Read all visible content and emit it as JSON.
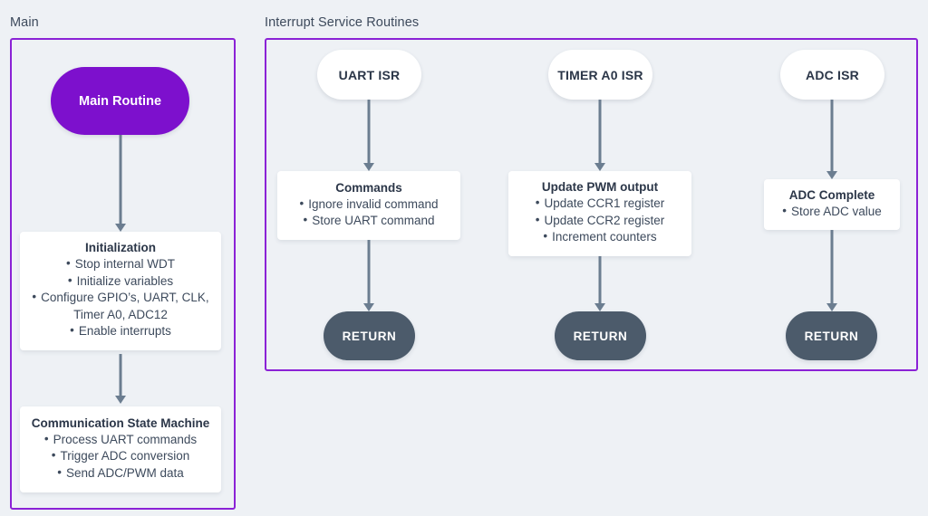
{
  "page": {
    "background_color": "#eef1f5",
    "accent_color": "#8b22d6",
    "start_node_color": "#7d10cd",
    "return_node_color": "#4c5b6b",
    "connector_color": "#6b7d90",
    "text_color": "#3d4a5c"
  },
  "groups": {
    "main": {
      "caption": "Main"
    },
    "isr": {
      "caption": "Interrupt Service Routines"
    }
  },
  "main_flow": {
    "start": {
      "label": "Main Routine"
    },
    "initialization": {
      "title": "Initialization",
      "items": [
        "Stop internal WDT",
        "Initialize variables",
        "Configure GPIO’s, UART, CLK, Timer A0, ADC12",
        "Enable interrupts"
      ]
    },
    "state_machine": {
      "title": "Communication State Machine",
      "items": [
        "Process UART commands",
        "Trigger ADC conversion",
        "Send ADC/PWM data"
      ]
    }
  },
  "isr_columns": [
    {
      "header": "UART ISR",
      "body": {
        "title": "Commands",
        "items": [
          "Ignore invalid command",
          "Store UART command"
        ]
      },
      "terminator": "RETURN"
    },
    {
      "header": "TIMER A0 ISR",
      "body": {
        "title": "Update PWM output",
        "items": [
          "Update CCR1 register",
          "Update CCR2 register",
          "Increment counters"
        ]
      },
      "terminator": "RETURN"
    },
    {
      "header": "ADC ISR",
      "body": {
        "title": "ADC Complete",
        "items": [
          "Store ADC value"
        ]
      },
      "terminator": "RETURN"
    }
  ],
  "bullet_glyph": "•"
}
